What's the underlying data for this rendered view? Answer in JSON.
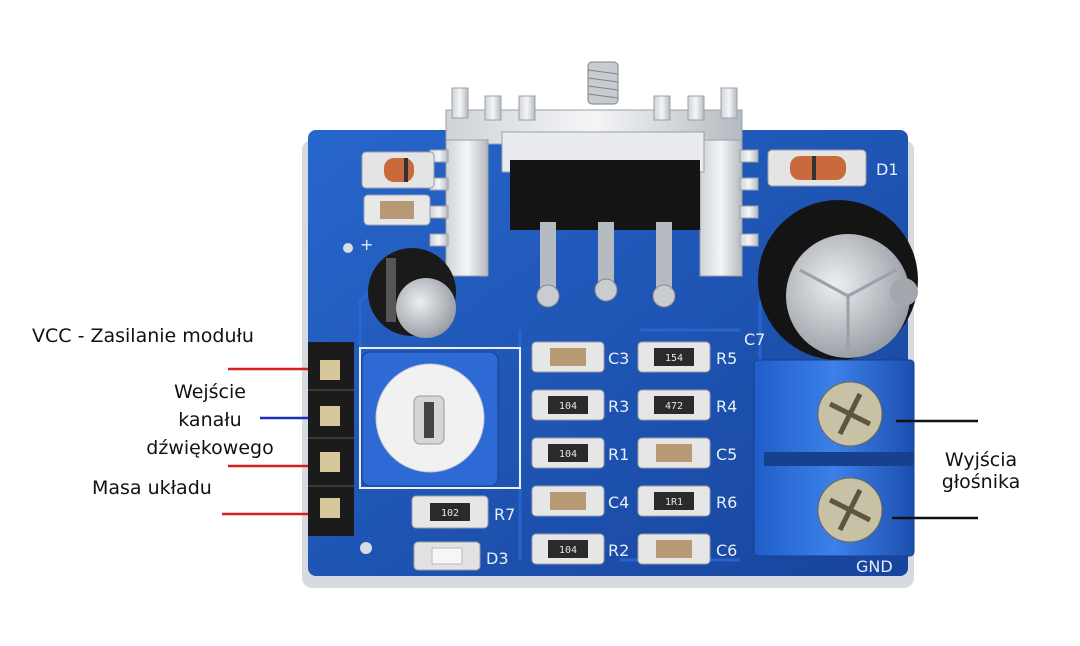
{
  "labels": {
    "vcc": "VCC  - Zasilanie modułu",
    "input_line1": "Wejście",
    "input_line2": "kanału",
    "input_line3": "dźwiękowego",
    "ground": "Masa układu",
    "output_line1": "Wyjścia",
    "output_line2": "głośnika"
  },
  "silkscreen": {
    "D1": "D1",
    "C7": "C7",
    "C3": "C3",
    "R5": "R5",
    "R3": "R3",
    "R4": "R4",
    "R1": "R1",
    "C5": "C5",
    "C4": "C4",
    "R6": "R6",
    "R7": "R7",
    "R2": "R2",
    "C6": "C6",
    "D3": "D3",
    "GND": "GND",
    "plus": "+"
  },
  "smd_codes": {
    "r5": "154",
    "r3": "104",
    "r4": "472",
    "r1": "104",
    "r6": "1R1",
    "r7": "102",
    "r2": "104"
  },
  "colors": {
    "board": "#1f55b8",
    "wire_power": "#d42020",
    "wire_signal": "#1a2fbf",
    "wire_output": "#111111",
    "terminal": "#2f6fdc"
  }
}
